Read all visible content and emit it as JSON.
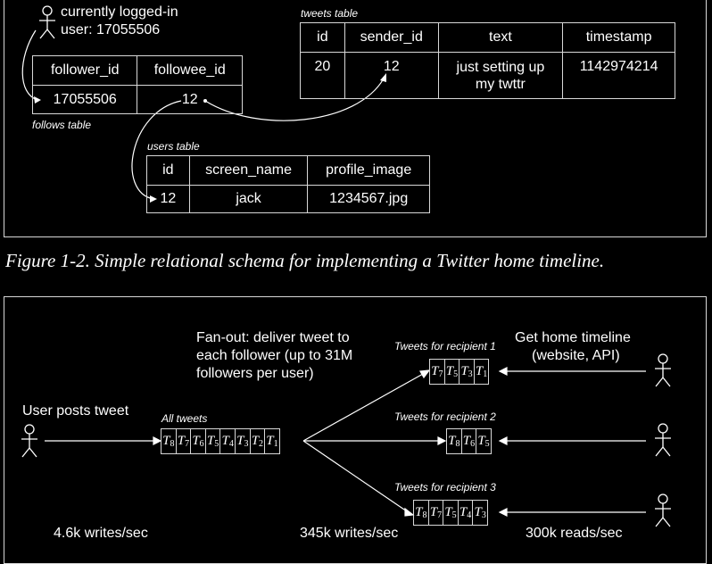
{
  "fig1": {
    "user_label_line1": "currently logged-in",
    "user_label_line2": "user: 17055506",
    "follows": {
      "name": "follows table",
      "headers": [
        "follower_id",
        "followee_id"
      ],
      "row": [
        "17055506",
        "12"
      ]
    },
    "tweets": {
      "name": "tweets table",
      "headers": [
        "id",
        "sender_id",
        "text",
        "timestamp"
      ],
      "row": [
        "20",
        "12",
        "just setting up my twttr",
        "1142974214"
      ]
    },
    "users": {
      "name": "users table",
      "headers": [
        "id",
        "screen_name",
        "profile_image"
      ],
      "row": [
        "12",
        "jack",
        "1234567.jpg"
      ]
    }
  },
  "caption": "Figure 1-2. Simple relational schema for implementing a Twitter home timeline.",
  "fig2": {
    "user_posts": "User posts tweet",
    "fanout_line1": "Fan-out: deliver tweet to",
    "fanout_line2": "each follower (up to 31M",
    "fanout_line3": "followers per user)",
    "get_timeline_line1": "Get home timeline",
    "get_timeline_line2": "(website, API)",
    "all_tweets": "All tweets",
    "all_tweets_cells": [
      "8",
      "7",
      "6",
      "5",
      "4",
      "3",
      "2",
      "1"
    ],
    "recipient1": "Tweets for recipient 1",
    "recipient1_cells": [
      "7",
      "5",
      "3",
      "1"
    ],
    "recipient2": "Tweets for recipient 2",
    "recipient2_cells": [
      "8",
      "6",
      "5"
    ],
    "recipient3": "Tweets for recipient 3",
    "recipient3_cells": [
      "8",
      "7",
      "5",
      "4",
      "3"
    ],
    "writes": "4.6k writes/sec",
    "fanout_writes": "345k writes/sec",
    "reads": "300k reads/sec"
  }
}
